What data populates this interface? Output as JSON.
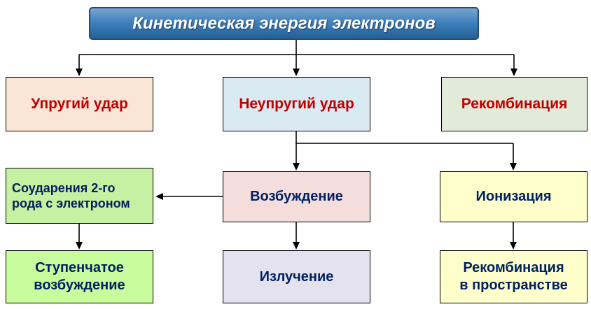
{
  "diagram": {
    "title": "Кинетическая энергия электронов",
    "colors": {
      "line": "#000000",
      "red_text": "#C00000",
      "blue_text": "#002060",
      "title_bg": "#2E75B6",
      "title_text": "#FFFFFF"
    },
    "nodes": {
      "title": {
        "label": "Кинетическая энергия электронов",
        "bg": "#2E75B6",
        "fg": "#FFFFFF"
      },
      "elastic": {
        "label": "Упругий удар",
        "bg": "#FBE5D6",
        "fg": "#C00000"
      },
      "inelastic": {
        "label": "Неупругий удар",
        "bg": "#DAEAF3",
        "fg": "#C00000"
      },
      "recombination": {
        "label": "Рекомбинация",
        "bg": "#E2EBD9",
        "fg": "#C00000"
      },
      "second_kind_collisions": {
        "label": "Соударения 2-го\nрода с электроном",
        "bg": "#C6F0A2",
        "fg": "#002060"
      },
      "excitation": {
        "label": "Возбуждение",
        "bg": "#F3DEDD",
        "fg": "#002060"
      },
      "ionization": {
        "label": "Ионизация",
        "bg": "#FFFFCC",
        "fg": "#002060"
      },
      "stepwise_excitation": {
        "label": "Ступенчатое\nвозбуждение",
        "bg": "#C8FC9C",
        "fg": "#002060"
      },
      "radiation": {
        "label": "Излучение",
        "bg": "#E5E2EF",
        "fg": "#002060"
      },
      "space_recombination": {
        "label": "Рекомбинация\nв пространстве",
        "bg": "#FFFFCC",
        "fg": "#002060"
      }
    },
    "edges": [
      {
        "from": "title",
        "to": "elastic"
      },
      {
        "from": "title",
        "to": "inelastic"
      },
      {
        "from": "title",
        "to": "recombination"
      },
      {
        "from": "inelastic",
        "to": "excitation"
      },
      {
        "from": "inelastic",
        "to": "ionization"
      },
      {
        "from": "excitation",
        "to": "second_kind_collisions"
      },
      {
        "from": "second_kind_collisions",
        "to": "stepwise_excitation"
      },
      {
        "from": "excitation",
        "to": "radiation"
      },
      {
        "from": "ionization",
        "to": "space_recombination"
      }
    ]
  }
}
